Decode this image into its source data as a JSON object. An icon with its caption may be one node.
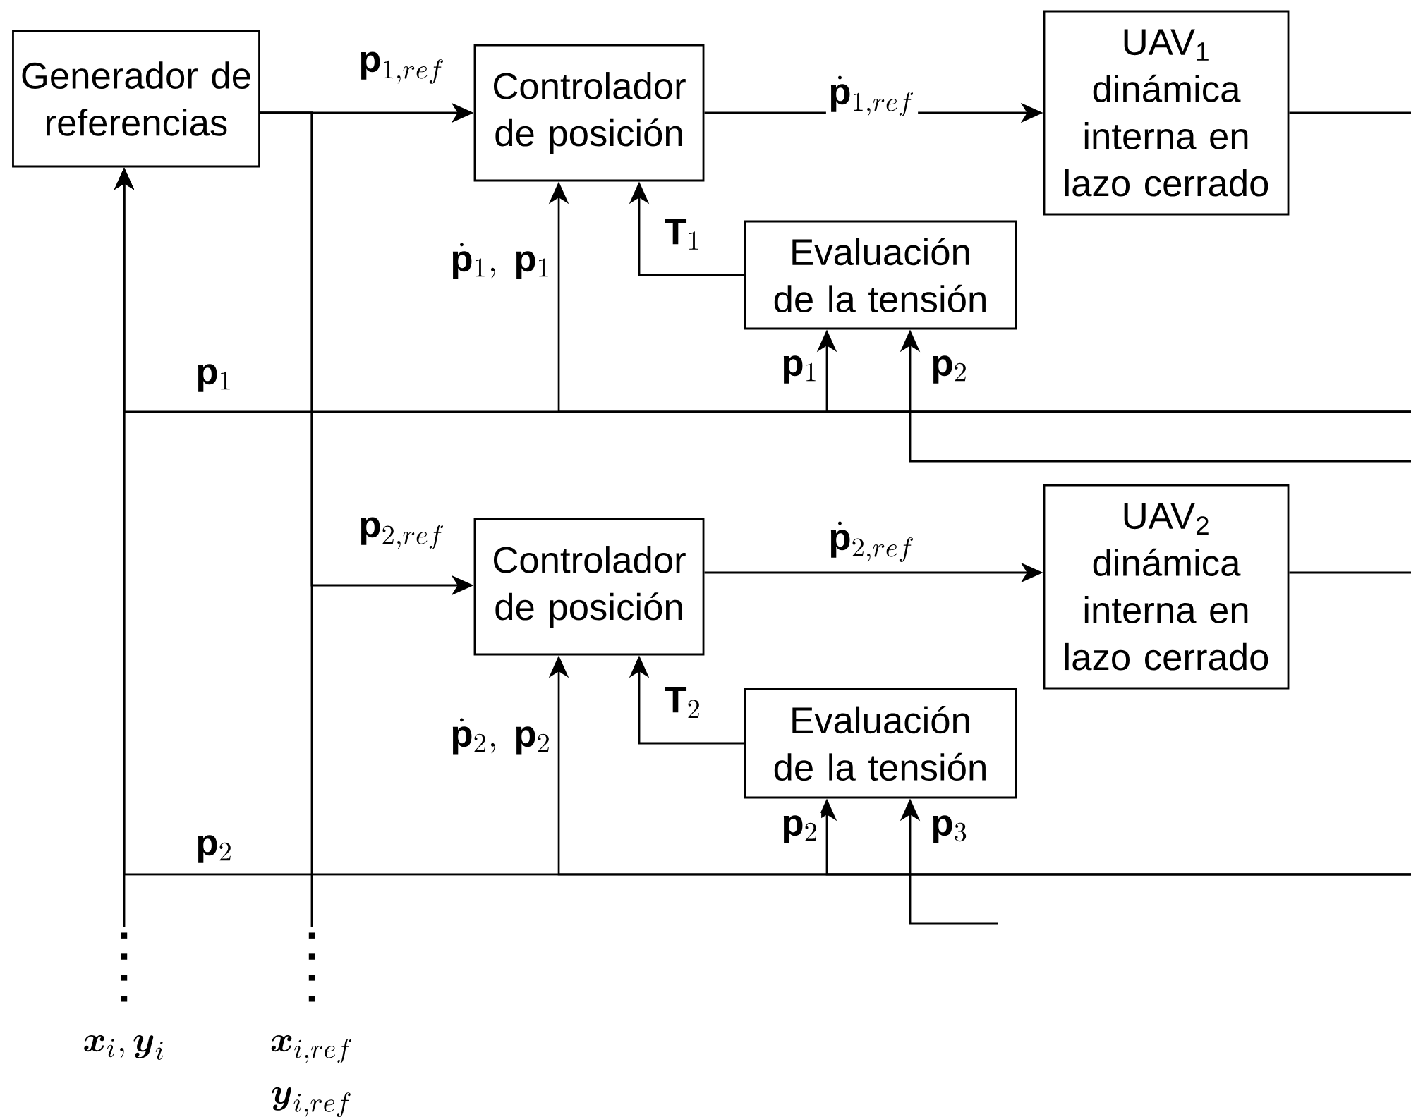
{
  "diagram": {
    "nodes": [
      {
        "text": [
          "Generador de referencias"
        ]
      },
      {
        "text": [
          "Controlador de posición"
        ]
      },
      {
        "text": [
          "UAV$_{1}$ dinámica interna en lazo cerrado"
        ]
      },
      {
        "text": [
          "Evaluación de la tensión"
        ]
      },
      {
        "text": [
          "Controlador de posición"
        ]
      },
      {
        "text": [
          "UAV$_{2}$ dinámica interna en lazo cerrado"
        ]
      },
      {
        "text": [
          "Evaluación de la tensión"
        ]
      },
      {
        "text": [
          "\\boldsymbol{x}_i, \\boldsymbol{y}_i"
        ]
      },
      {
        "text": [
          "\\boldsymbol{x}_{i,ref}",
          "\\boldsymbol{y}_{i,ref}"
        ]
      }
    ],
    "edges": [
      {
        "from": 0,
        "to": 1,
        "arrow": "to",
        "label": "\\mathbf{p}_{1,ref}"
      },
      {
        "from": 0,
        "to": 4,
        "arrow": "to",
        "label": "\\mathbf{p}_{2,ref}"
      },
      {
        "from": 1,
        "to": 2,
        "arrow": "to",
        "label": "\\dot{\\mathbf{p}}_{1,ref}"
      },
      {
        "from": 2,
        "to": null,
        "arrow": "none"
      },
      {
        "from": 3,
        "to": 1,
        "arrow": "to",
        "label": "\\mathbf{T}_1"
      },
      {
        "from": null,
        "to": 0,
        "arrow": "to",
        "label": "\\mathbf{p}_1"
      },
      {
        "from": null,
        "to": 1,
        "arrow": "to",
        "label": "\\dot{\\mathbf{p}}_1,\\ \\mathbf{p}_1"
      },
      {
        "from": null,
        "to": 3,
        "arrow": "to",
        "label": "\\mathbf{p}_1"
      },
      {
        "from": null,
        "to": 3,
        "arrow": "to",
        "label": "\\mathbf{p}_2"
      },
      {
        "from": 4,
        "to": 5,
        "arrow": "to",
        "label": "\\dot{\\mathbf{p}}_{2,ref}"
      },
      {
        "from": 5,
        "to": null,
        "arrow": "none"
      },
      {
        "from": 6,
        "to": 4,
        "arrow": "to",
        "label": "\\mathbf{T}_2"
      },
      {
        "from": null,
        "to": 0,
        "arrow": "to",
        "label": "\\mathbf{p}_2"
      },
      {
        "from": null,
        "to": 4,
        "arrow": "to",
        "label": "\\dot{\\mathbf{p}}_2,\\ \\mathbf{p}_2"
      },
      {
        "from": null,
        "to": 6,
        "arrow": "to",
        "label": "\\mathbf{p}_2"
      },
      {
        "from": null,
        "to": 6,
        "arrow": "to",
        "label": "\\mathbf{p}_3"
      },
      {
        "from": 7,
        "to": 0,
        "arrow": "to"
      },
      {
        "from": 0,
        "to": 8,
        "arrow": "none"
      }
    ]
  }
}
